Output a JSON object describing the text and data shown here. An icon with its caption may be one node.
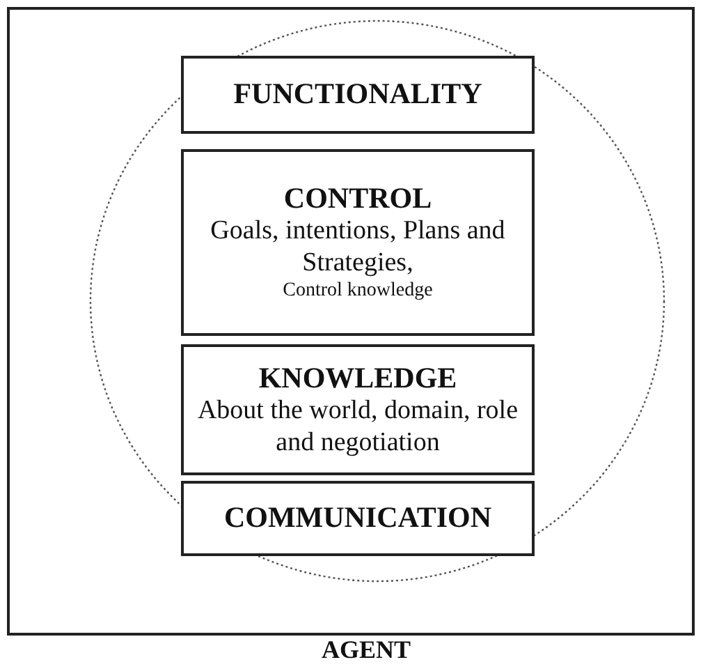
{
  "diagram": {
    "nodes": [
      {
        "text": [
          "AGENT"
        ]
      },
      {
        "text": [],
        "shape": "circle",
        "in": 0
      },
      {
        "text": [
          "FUNCTIONALITY"
        ],
        "in": 1
      },
      {
        "text": [
          "CONTROL",
          "Goals, intentions, Plans and Strategies,",
          "Control knowledge"
        ],
        "in": 1
      },
      {
        "text": [
          "KNOWLEDGE",
          "About the world, domain, role and negotiation"
        ],
        "in": 1
      },
      {
        "text": [
          "COMMUNICATION"
        ],
        "in": 1
      }
    ],
    "edges": []
  }
}
